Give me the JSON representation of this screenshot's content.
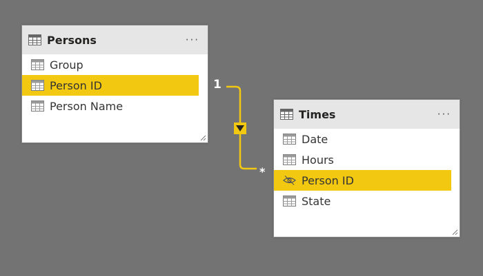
{
  "persons": {
    "title": "Persons",
    "more_label": "···",
    "fields": [
      {
        "label": "Group"
      },
      {
        "label": "Person ID"
      },
      {
        "label": "Person Name"
      }
    ]
  },
  "times": {
    "title": "Times",
    "more_label": "···",
    "fields": [
      {
        "label": "Date"
      },
      {
        "label": "Hours"
      },
      {
        "label": "Person ID"
      },
      {
        "label": "State"
      }
    ]
  },
  "relationship": {
    "from_cardinality": "1",
    "to_cardinality": "*",
    "line_color": "#f2c811"
  },
  "colors": {
    "canvas": "#737373",
    "highlight": "#f2c811",
    "header": "#e6e6e6"
  }
}
